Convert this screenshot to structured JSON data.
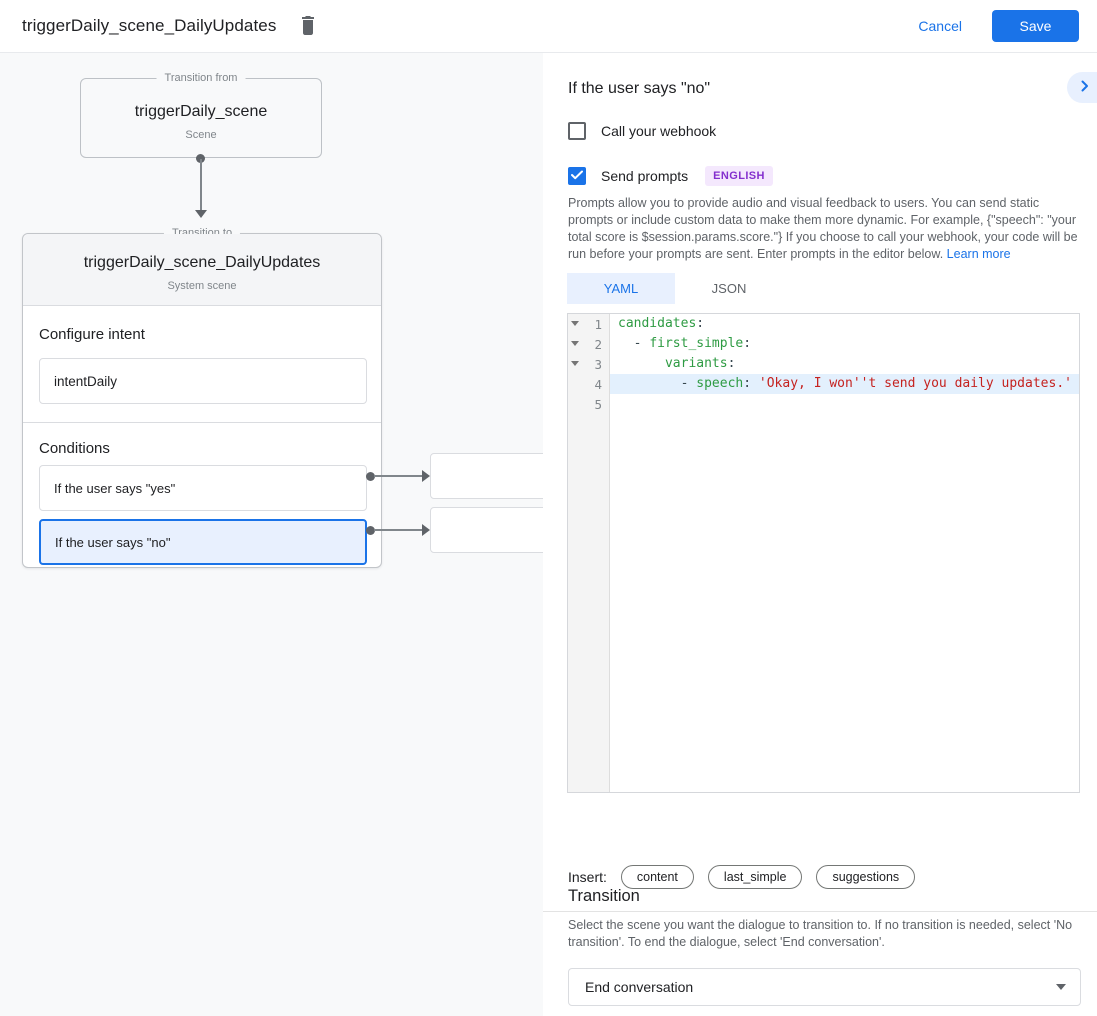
{
  "header": {
    "title": "triggerDaily_scene_DailyUpdates",
    "cancel_label": "Cancel",
    "save_label": "Save"
  },
  "diagram": {
    "from": {
      "legend": "Transition from",
      "title": "triggerDaily_scene",
      "subtitle": "Scene"
    },
    "to": {
      "legend": "Transition to",
      "title": "triggerDaily_scene_DailyUpdates",
      "subtitle": "System scene",
      "intent_label": "Configure intent",
      "intent_value": "intentDaily",
      "conditions_label": "Conditions",
      "conditions": [
        {
          "label": "If the user says \"yes\"",
          "selected": false
        },
        {
          "label": "If the user says \"no\"",
          "selected": true
        }
      ]
    }
  },
  "panel": {
    "title": "If the user says \"no\"",
    "webhook_label": "Call your webhook",
    "prompts_label": "Send prompts",
    "language_badge": "ENGLISH",
    "description": "Prompts allow you to provide audio and visual feedback to users. You can send static prompts or include custom data to make them more dynamic. For example, {\"speech\": \"your total score is $session.params.score.\"} If you choose to call your webhook, your code will be run before your prompts are sent. Enter prompts in the editor below. ",
    "learn_more": "Learn more",
    "tabs": [
      {
        "label": "YAML",
        "active": true
      },
      {
        "label": "JSON",
        "active": false
      }
    ],
    "editor": {
      "lines": [
        {
          "number": "1",
          "fold": true,
          "highlight": false,
          "segments": [
            {
              "c": "key",
              "t": "candidates"
            },
            {
              "c": "plain",
              "t": ":"
            }
          ]
        },
        {
          "number": "2",
          "fold": true,
          "highlight": false,
          "segments": [
            {
              "c": "plain",
              "t": "  - "
            },
            {
              "c": "key",
              "t": "first_simple"
            },
            {
              "c": "plain",
              "t": ":"
            }
          ]
        },
        {
          "number": "3",
          "fold": true,
          "highlight": false,
          "segments": [
            {
              "c": "plain",
              "t": "      "
            },
            {
              "c": "key",
              "t": "variants"
            },
            {
              "c": "plain",
              "t": ":"
            }
          ]
        },
        {
          "number": "4",
          "fold": false,
          "highlight": true,
          "segments": [
            {
              "c": "plain",
              "t": "        - "
            },
            {
              "c": "key",
              "t": "speech"
            },
            {
              "c": "plain",
              "t": ": "
            },
            {
              "c": "string",
              "t": "'Okay, I won''t send you daily updates.'"
            }
          ]
        },
        {
          "number": "5",
          "fold": false,
          "highlight": false,
          "segments": []
        }
      ]
    },
    "insert_label": "Insert:",
    "insert_chips": [
      "content",
      "last_simple",
      "suggestions"
    ],
    "transition": {
      "title": "Transition",
      "description": "Select the scene you want the dialogue to transition to. If no transition is needed, select 'No transition'. To end the dialogue, select 'End conversation'.",
      "selected_value": "End conversation"
    }
  },
  "colors": {
    "accent_blue": "#1a73e8",
    "selection_blue_bg": "#e8f0fe",
    "badge_purple": "#8430ce",
    "code_key_green": "#2e9b43",
    "code_string_red": "#c5221f"
  }
}
